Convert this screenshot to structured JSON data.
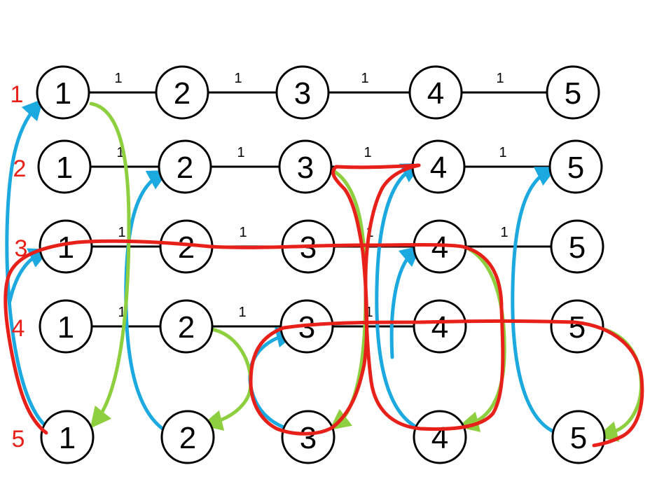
{
  "colors": {
    "node_stroke": "#000000",
    "edge": "#000000",
    "row_label": "#e8201a",
    "blue_arrow": "#1ba9e0",
    "green_arrow": "#8ecf3f",
    "red_path": "#e8201a"
  },
  "row_labels": [
    "1",
    "2",
    "3",
    "4",
    "5"
  ],
  "rows": [
    {
      "nodes": [
        "1",
        "2",
        "3",
        "4",
        "5"
      ],
      "edge_labels": [
        "1",
        "1",
        "1",
        "1"
      ]
    },
    {
      "nodes": [
        "1",
        "2",
        "3",
        "4",
        "5"
      ],
      "edge_labels": [
        "1",
        "1",
        "1",
        "1"
      ]
    },
    {
      "nodes": [
        "1",
        "2",
        "3",
        "4",
        "5"
      ],
      "edge_labels": [
        "1",
        "1",
        "1",
        "1"
      ]
    },
    {
      "nodes": [
        "1",
        "2",
        "3",
        "4",
        "5"
      ],
      "edge_labels": [
        "1",
        "1",
        "1"
      ]
    },
    {
      "nodes": [
        "1",
        "2",
        "3",
        "4",
        "5"
      ],
      "edge_labels": []
    }
  ]
}
